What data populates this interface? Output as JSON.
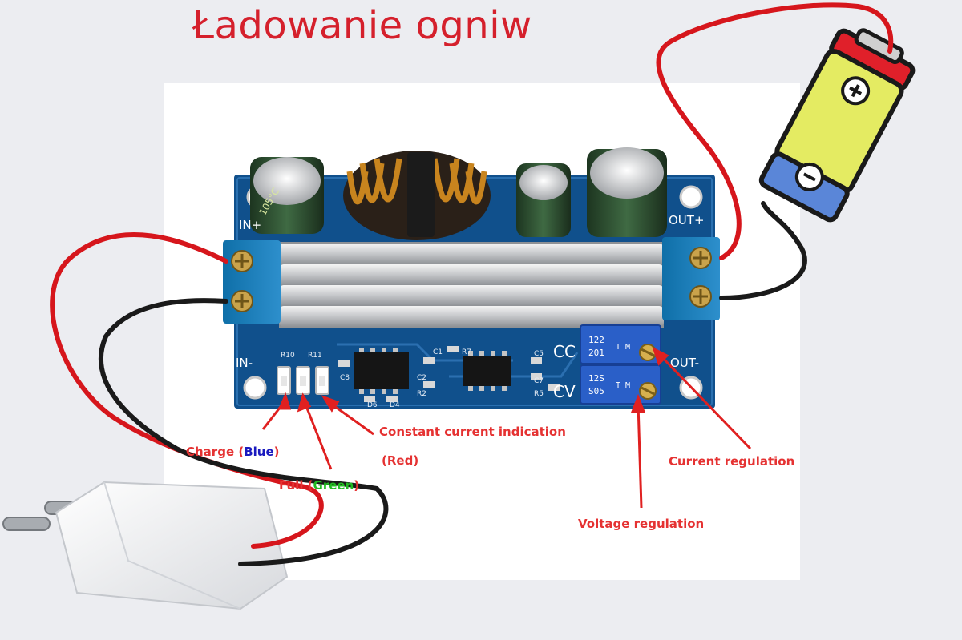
{
  "title": "Ładowanie ogniw",
  "board": {
    "pins": {
      "in_plus": "IN+",
      "in_minus": "IN-",
      "out_plus": "OUT+",
      "out_minus": "OUT-"
    },
    "mode_labels": {
      "cc": "CC",
      "cv": "CV"
    },
    "pot_top_code": "122",
    "pot_top_sub": "201",
    "pot_bottom_code": "12S",
    "pot_bottom_sub": "S05",
    "pot_mark": "T M",
    "components": [
      "R10",
      "R11",
      "C8",
      "C1",
      "R7",
      "C2",
      "R2",
      "C5",
      "C7",
      "R5",
      "D6",
      "D4"
    ]
  },
  "annotations": {
    "charge_prefix": "Charge (",
    "charge_color": "Blue",
    "charge_suffix": ")",
    "full_prefix": "Full (",
    "full_color": "Green",
    "full_suffix": ")",
    "cc_indication": "Constant current indication",
    "cc_color_note": "(Red)",
    "current_regulation": "Current regulation",
    "voltage_regulation": "Voltage regulation"
  },
  "colors": {
    "title": "#d5202c",
    "annotation": "#e53232",
    "blue_label": "#1a1abf",
    "green_label": "#22bb22",
    "pcb": "#10508c",
    "wire_red": "#d6161c",
    "wire_black": "#1a1a1a"
  }
}
